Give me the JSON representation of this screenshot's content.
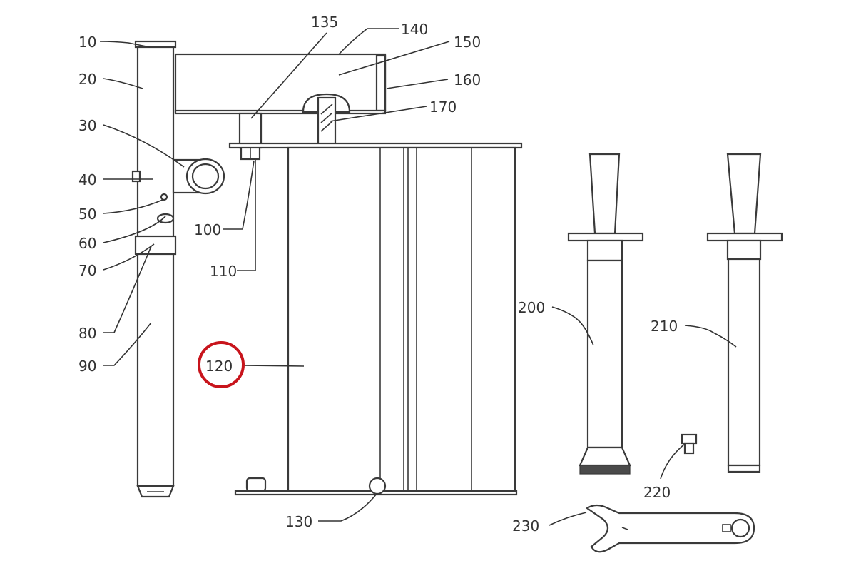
{
  "callouts": {
    "c10": "10",
    "c20": "20",
    "c30": "30",
    "c40": "40",
    "c50": "50",
    "c60": "60",
    "c70": "70",
    "c80": "80",
    "c90": "90",
    "c100": "100",
    "c110": "110",
    "c120": "120",
    "c130": "130",
    "c135": "135",
    "c140": "140",
    "c150": "150",
    "c160": "160",
    "c170": "170",
    "c200": "200",
    "c210": "210",
    "c220": "220",
    "c230": "230"
  },
  "highlight": {
    "target": "120",
    "color": "#c8141c"
  },
  "colors": {
    "line": "#3a3a3a",
    "text": "#333333",
    "background": "#ffffff"
  }
}
